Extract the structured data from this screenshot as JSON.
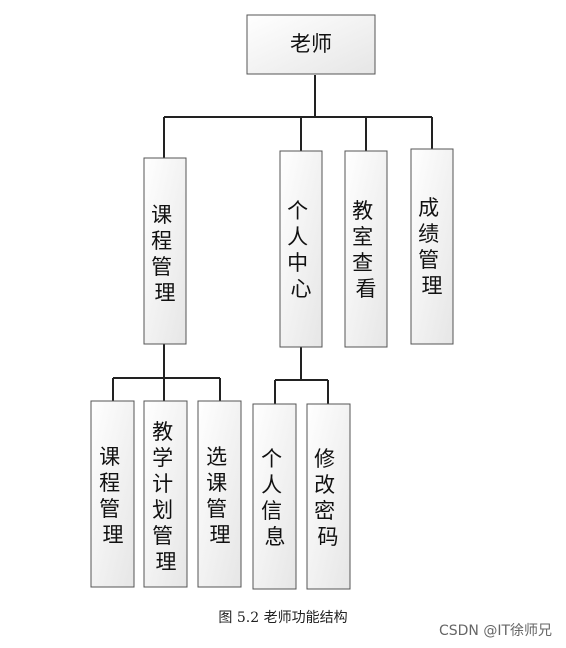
{
  "diagram": {
    "root": "老师",
    "level1": [
      "课程管理",
      "个人中心",
      "教室查看",
      "成绩管理"
    ],
    "course_children": [
      "课程管理",
      "教学计划管理",
      "选课管理"
    ],
    "personal_children": [
      "个人信息",
      "修改密码"
    ]
  },
  "caption": "图 5.2  老师功能结构",
  "watermark": "CSDN @IT徐师兄"
}
